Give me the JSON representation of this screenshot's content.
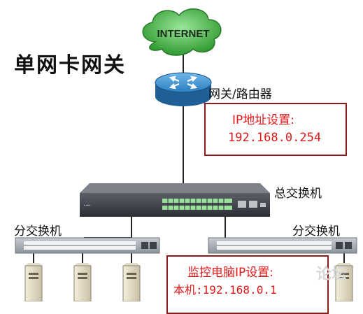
{
  "title": "单网卡网关",
  "internet": {
    "label": "INTERNET"
  },
  "router": {
    "label": "网关/路由器"
  },
  "gateway_ip": {
    "heading": "IP地址设置:",
    "value": "192.168.0.254"
  },
  "core_switch": {
    "label": "总交换机"
  },
  "sub_switch_left": {
    "label": "分交换机"
  },
  "sub_switch_right": {
    "label": "分交换机"
  },
  "monitor_ip": {
    "heading": "监控电脑IP设置:",
    "value": "本机:192.168.0.1"
  },
  "watermark": "论坛",
  "colors": {
    "cloud": "#3fa43f",
    "router": "#2a7fc0",
    "accent_red": "#e01818",
    "box_border": "#8f1a1a"
  }
}
